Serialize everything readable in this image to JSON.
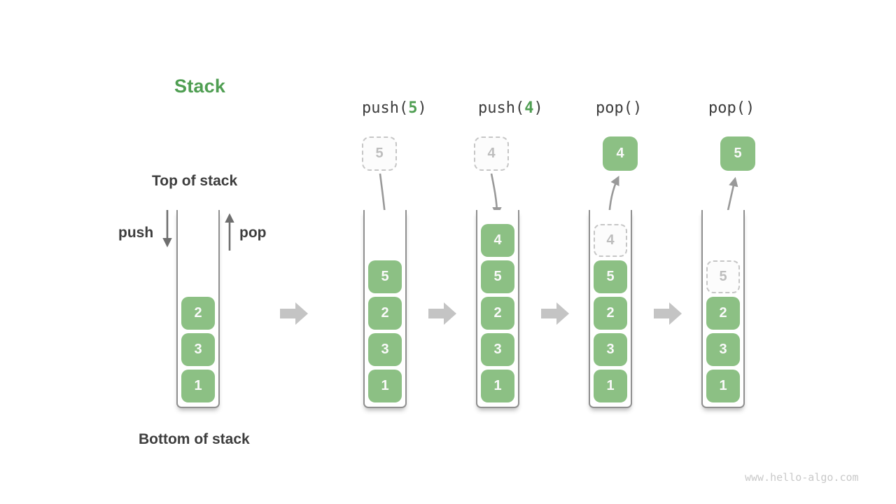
{
  "title": "Stack",
  "labels": {
    "top_of_stack": "Top of stack",
    "bottom_of_stack": "Bottom of stack",
    "push": "push",
    "pop": "pop"
  },
  "watermark": "www.hello-algo.com",
  "colors": {
    "box_green": "#8CC084",
    "accent_green": "#4f9e52",
    "dark_text": "#3d3d3d",
    "ghost_border": "#c6c6c6",
    "ghost_text": "#bdbdbd",
    "curved_arrow": "#999999",
    "straight_arrow": "#6e6e6e",
    "block_arrow": "#c4c4c4",
    "wall": "#8f8f8f",
    "watermark_text": "#c9c9c9"
  },
  "operations": [
    {
      "prefix": "push(",
      "arg": "5",
      "suffix": ")",
      "floating": {
        "value": "5",
        "style": "ghost"
      }
    },
    {
      "prefix": "push(",
      "arg": "4",
      "suffix": ")",
      "floating": {
        "value": "4",
        "style": "ghost"
      }
    },
    {
      "prefix": "pop(",
      "arg": "",
      "suffix": ")",
      "floating": {
        "value": "4",
        "style": "solid"
      }
    },
    {
      "prefix": "pop(",
      "arg": "",
      "suffix": ")",
      "floating": {
        "value": "5",
        "style": "solid"
      }
    }
  ],
  "stacks": [
    {
      "name": "stack-initial",
      "cells": [
        {
          "value": "2",
          "row": 2,
          "style": "solid"
        },
        {
          "value": "3",
          "row": 3,
          "style": "solid"
        },
        {
          "value": "1",
          "row": 4,
          "style": "solid"
        }
      ]
    },
    {
      "name": "stack-after-push-5",
      "cells": [
        {
          "value": "5",
          "row": 1,
          "style": "solid"
        },
        {
          "value": "2",
          "row": 2,
          "style": "solid"
        },
        {
          "value": "3",
          "row": 3,
          "style": "solid"
        },
        {
          "value": "1",
          "row": 4,
          "style": "solid"
        }
      ]
    },
    {
      "name": "stack-after-push-4",
      "cells": [
        {
          "value": "4",
          "row": 0,
          "style": "solid"
        },
        {
          "value": "5",
          "row": 1,
          "style": "solid"
        },
        {
          "value": "2",
          "row": 2,
          "style": "solid"
        },
        {
          "value": "3",
          "row": 3,
          "style": "solid"
        },
        {
          "value": "1",
          "row": 4,
          "style": "solid"
        }
      ]
    },
    {
      "name": "stack-after-pop-4",
      "cells": [
        {
          "value": "4",
          "row": 0,
          "style": "ghost"
        },
        {
          "value": "5",
          "row": 1,
          "style": "solid"
        },
        {
          "value": "2",
          "row": 2,
          "style": "solid"
        },
        {
          "value": "3",
          "row": 3,
          "style": "solid"
        },
        {
          "value": "1",
          "row": 4,
          "style": "solid"
        }
      ]
    },
    {
      "name": "stack-after-pop-5",
      "cells": [
        {
          "value": "5",
          "row": 1,
          "style": "ghost"
        },
        {
          "value": "2",
          "row": 2,
          "style": "solid"
        },
        {
          "value": "3",
          "row": 3,
          "style": "solid"
        },
        {
          "value": "1",
          "row": 4,
          "style": "solid"
        }
      ]
    }
  ]
}
